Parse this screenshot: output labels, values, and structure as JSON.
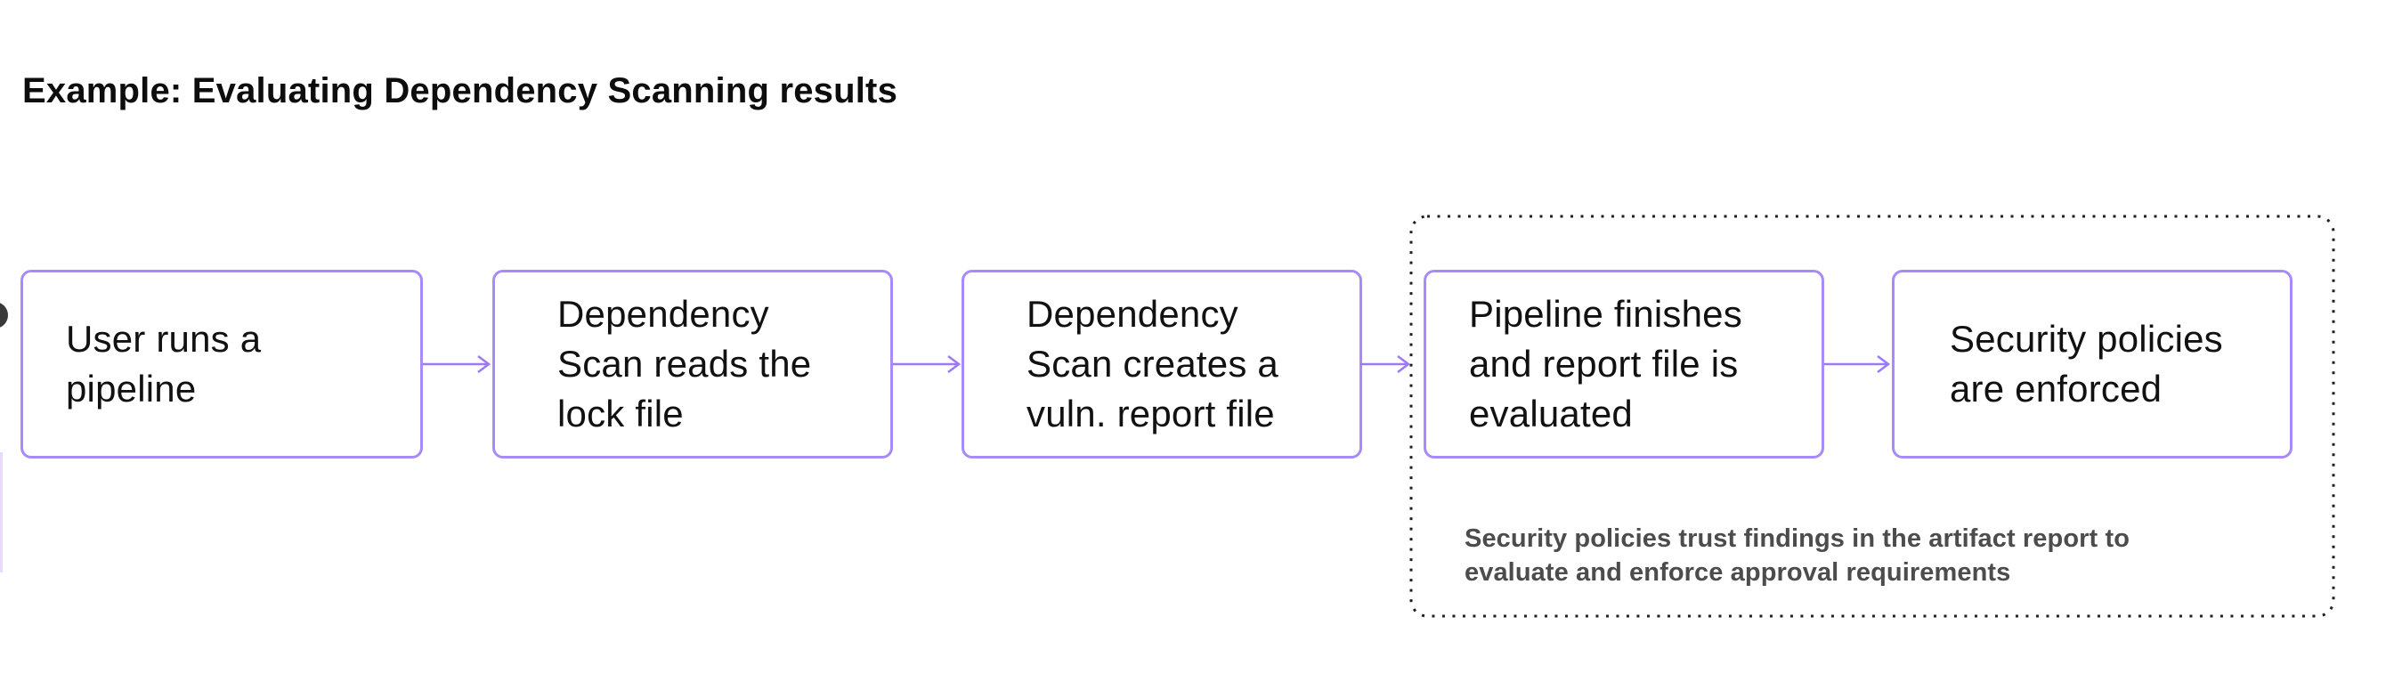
{
  "title": "Example: Evaluating Dependency Scanning results",
  "diagram": {
    "nodes": [
      {
        "id": "user-runs-pipeline",
        "lines": [
          "User runs a",
          "pipeline"
        ]
      },
      {
        "id": "dep-scan-reads-lock",
        "lines": [
          "Dependency",
          "Scan reads the",
          "lock file"
        ]
      },
      {
        "id": "dep-scan-creates-report",
        "lines": [
          "Dependency",
          "Scan creates a",
          "vuln. report file"
        ]
      },
      {
        "id": "pipeline-finishes",
        "lines": [
          "Pipeline finishes",
          "and report file is",
          "evaluated"
        ]
      },
      {
        "id": "policies-enforced",
        "lines": [
          "Security policies",
          "are enforced"
        ]
      }
    ],
    "note_lines": [
      "Security policies trust findings in the artifact report to",
      "evaluate and enforce approval requirements"
    ],
    "colors": {
      "node_border": "#a78bfa",
      "arrow": "#9b7bf5",
      "container_border": "#1f1f1f",
      "node_text": "#111111",
      "note_text": "#4c4c4c",
      "title_text": "#0d0d0d"
    }
  }
}
